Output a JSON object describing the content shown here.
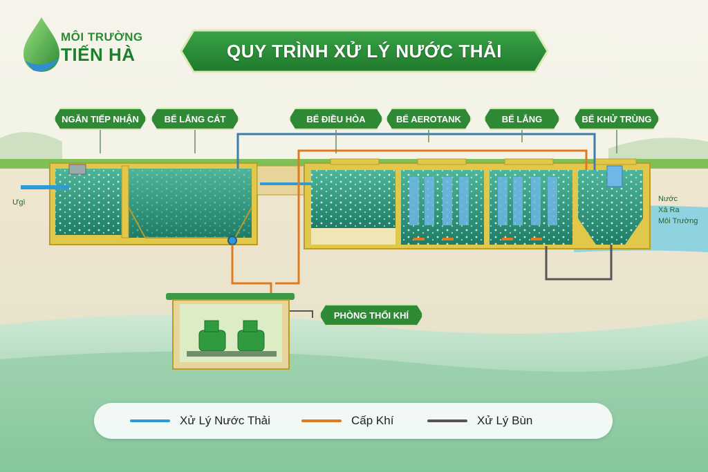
{
  "logo": {
    "line1": "MÔI TRƯỜNG",
    "line2": "TIẾN HÀ"
  },
  "title": "QUY TRÌNH XỬ LÝ NƯỚC THẢI",
  "stages": [
    {
      "label": "NGĂN TIẾP NHẬN"
    },
    {
      "label": "BỂ LẮNG CÁT"
    },
    {
      "label": "BỂ ĐIỀU HÒA"
    },
    {
      "label": "BỂ AEROTANK"
    },
    {
      "label": "BỂ LẮNG"
    },
    {
      "label": "BỂ KHỬ TRÙNG"
    }
  ],
  "blower_room": "PHÒNG THỔI KHÍ",
  "inlet_label": "Ưgì",
  "outlet_label": {
    "line1": "Nước",
    "line2": "Xả Ra",
    "line3": "Môi Trường"
  },
  "legend": [
    {
      "label": "Xử Lý Nước Thải",
      "color": "#2f9bd6"
    },
    {
      "label": "Cấp Khí",
      "color": "#e07a1f"
    },
    {
      "label": "Xử Lý Bùn",
      "color": "#555555"
    }
  ],
  "colors": {
    "water_pipe": "#2f9bd6",
    "air_pipe": "#e07a1f",
    "sludge_pipe": "#555555",
    "tag_green": "#2f8a36",
    "tank_frame": "#e2c84a"
  }
}
